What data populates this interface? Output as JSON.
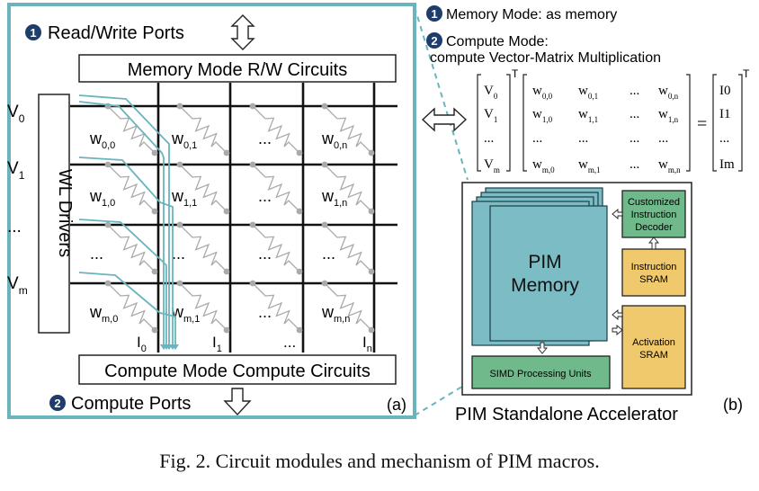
{
  "panel_a": {
    "read_write_ports": "Read/Write Ports",
    "memory_mode_circuits": "Memory Mode R/W Circuits",
    "wl_drivers": "WL Drivers",
    "compute_mode_circuits": "Compute Mode Compute Circuits",
    "compute_ports": "Compute Ports",
    "label": "(a)",
    "step1": "1",
    "step2": "2",
    "row_labels": [
      {
        "base": "V",
        "sub": "0"
      },
      {
        "base": "V",
        "sub": "1"
      },
      {
        "base": "...",
        "sub": ""
      },
      {
        "base": "V",
        "sub": "m"
      }
    ],
    "col_labels": [
      {
        "base": "I",
        "sub": "0"
      },
      {
        "base": "I",
        "sub": "1"
      },
      {
        "base": "...",
        "sub": ""
      },
      {
        "base": "I",
        "sub": "n"
      }
    ],
    "weights": [
      [
        {
          "b": "w",
          "s": "0,0"
        },
        {
          "b": "w",
          "s": "0,1"
        },
        {
          "b": "...",
          "s": ""
        },
        {
          "b": "w",
          "s": "0,n"
        }
      ],
      [
        {
          "b": "w",
          "s": "1,0"
        },
        {
          "b": "w",
          "s": "1,1"
        },
        {
          "b": "...",
          "s": ""
        },
        {
          "b": "w",
          "s": "1,n"
        }
      ],
      [
        {
          "b": "...",
          "s": ""
        },
        {
          "b": "...",
          "s": ""
        },
        {
          "b": "...",
          "s": ""
        },
        {
          "b": "...",
          "s": ""
        }
      ],
      [
        {
          "b": "w",
          "s": "m,0"
        },
        {
          "b": "w",
          "s": "m,1"
        },
        {
          "b": "...",
          "s": ""
        },
        {
          "b": "w",
          "s": "m,n"
        }
      ]
    ]
  },
  "modes": {
    "mode1_num": "1",
    "mode1_text": "Memory Mode: as memory",
    "mode2_num": "2",
    "mode2_line1": "Compute Mode:",
    "mode2_line2": "compute Vector-Matrix Multiplication"
  },
  "equation": {
    "vector": [
      {
        "b": "V",
        "s": "0"
      },
      {
        "b": "V",
        "s": "1"
      },
      {
        "b": "...",
        "s": ""
      },
      {
        "b": "V",
        "s": "m"
      }
    ],
    "matrix": [
      [
        {
          "b": "w",
          "s": "0,0"
        },
        {
          "b": "w",
          "s": "0,1"
        },
        {
          "b": "...",
          "s": ""
        },
        {
          "b": "w",
          "s": "0,n"
        }
      ],
      [
        {
          "b": "w",
          "s": "1,0"
        },
        {
          "b": "w",
          "s": "1,1"
        },
        {
          "b": "...",
          "s": ""
        },
        {
          "b": "w",
          "s": "1,n"
        }
      ],
      [
        {
          "b": "...",
          "s": ""
        },
        {
          "b": "...",
          "s": ""
        },
        {
          "b": "...",
          "s": ""
        },
        {
          "b": "...",
          "s": ""
        }
      ],
      [
        {
          "b": "w",
          "s": "m,0"
        },
        {
          "b": "w",
          "s": "m,1"
        },
        {
          "b": "...",
          "s": ""
        },
        {
          "b": "w",
          "s": "m,n"
        }
      ]
    ],
    "result": [
      "I0",
      "I1",
      "...",
      "Im"
    ],
    "transpose": "T",
    "equals": "="
  },
  "panel_b": {
    "pim_memory_line1": "PIM",
    "pim_memory_line2": "Memory",
    "decoder": [
      "Customized",
      "Instruction",
      "Decoder"
    ],
    "instruction_sram": [
      "Instruction",
      "SRAM"
    ],
    "activation_sram": [
      "Activation",
      "SRAM"
    ],
    "simd": "SIMD Processing Units",
    "title": "PIM Standalone Accelerator",
    "label": "(b)"
  },
  "caption": "Fig. 2.  Circuit modules and mechanism of PIM macros.",
  "colors": {
    "teal_frame": "#6ab4bd",
    "pim_fill": "#7cbcc5",
    "green_fill": "#6fb98a",
    "yellow_fill": "#f0c96c",
    "step_circle": "#1e3d6b",
    "cell_gray": "#aaaaaa"
  }
}
